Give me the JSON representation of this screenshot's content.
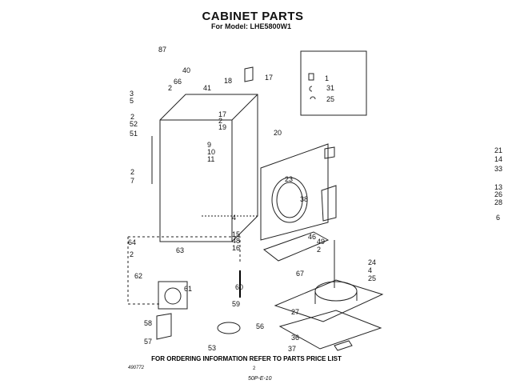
{
  "title": "CABINET PARTS",
  "model": "For Model: LHE5800W1",
  "footer": "FOR ORDERING INFORMATION REFER TO PARTS PRICE LIST",
  "code": "490772",
  "page_number": "2",
  "handwritten": "50P-E-10",
  "labels": [
    "87",
    "40",
    "66",
    "41",
    "18",
    "17",
    "3",
    "5",
    "2",
    "2",
    "52",
    "51",
    "17",
    "2",
    "19",
    "20",
    "9",
    "10",
    "11",
    "21",
    "14",
    "33",
    "2",
    "7",
    "23",
    "38",
    "13",
    "26",
    "28",
    "6",
    "4",
    "15",
    "48",
    "16",
    "46",
    "49",
    "2",
    "64",
    "2",
    "63",
    "62",
    "61",
    "60",
    "59",
    "58",
    "56",
    "57",
    "53",
    "24",
    "4",
    "25",
    "67",
    "27",
    "36",
    "37",
    "1",
    "31",
    "25"
  ]
}
